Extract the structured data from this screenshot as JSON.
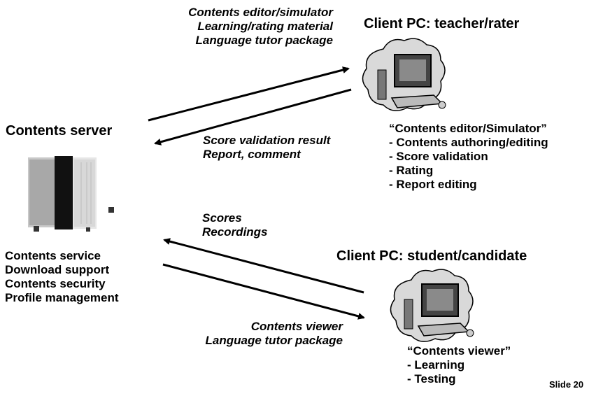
{
  "server": {
    "title": "Contents server",
    "services": [
      "Contents service",
      "Download support",
      "Contents security",
      "Profile management"
    ]
  },
  "teacher": {
    "title": "Client PC: teacher/rater",
    "app_name": "“Contents editor/Simulator”",
    "features": [
      "- Contents authoring/editing",
      "- Score validation",
      "- Rating",
      "- Report editing"
    ]
  },
  "student": {
    "title": "Client PC: student/candidate",
    "app_name": "“Contents viewer”",
    "features": [
      "- Learning",
      "- Testing"
    ]
  },
  "flows": {
    "to_teacher": [
      "Contents editor/simulator",
      "Learning/rating material",
      "Language tutor package"
    ],
    "from_teacher": [
      "Score validation result",
      "Report, comment"
    ],
    "from_student": [
      "Scores",
      "Recordings"
    ],
    "to_student": [
      "Contents viewer",
      "Language tutor package"
    ]
  },
  "slide_label": "Slide 20"
}
